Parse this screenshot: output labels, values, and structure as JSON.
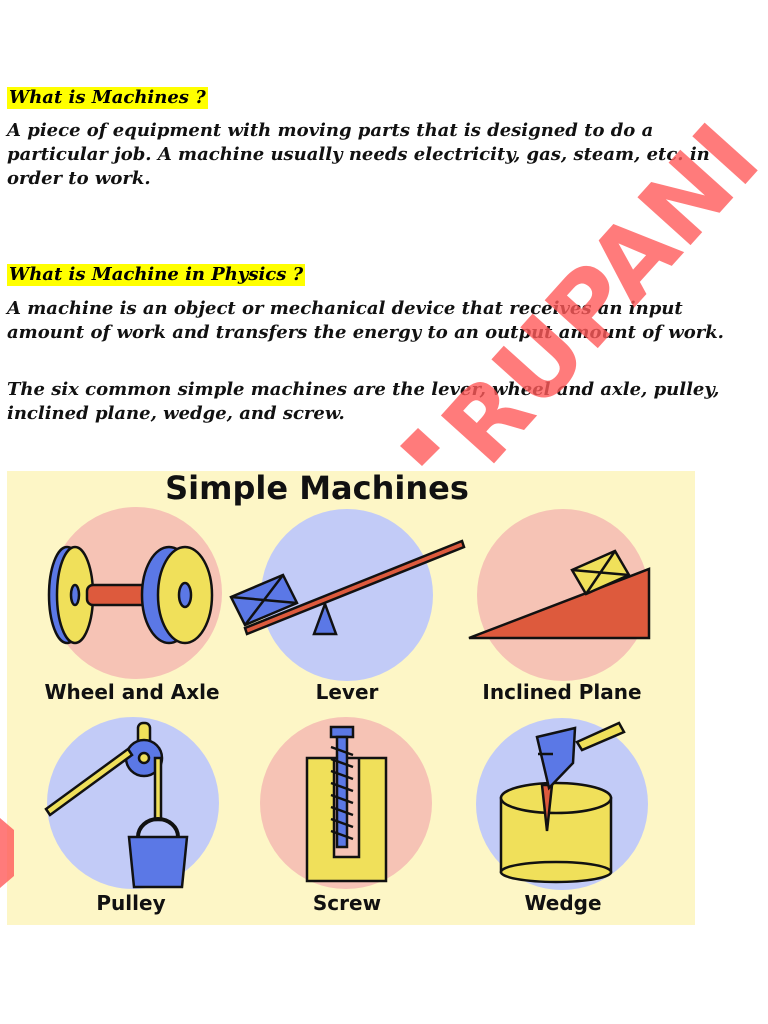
{
  "section1": {
    "heading": "What is Machines ?",
    "body": "A piece of equipment with moving parts that is designed to do a particular job. A machine usually needs electricity, gas, steam, etc. in order to work."
  },
  "section2": {
    "heading": "What is Machine in Physics ?",
    "body1": "A machine is an object or mechanical device that receives an input amount of work and transfers the energy to an output amount of work.",
    "body2": "The six common simple machines are the lever, wheel and axle, pulley, inclined plane, wedge, and screw."
  },
  "infographic": {
    "title": "Simple Machines",
    "machines": [
      {
        "label": "Wheel and Axle",
        "icon": "wheel-and-axle-icon"
      },
      {
        "label": "Lever",
        "icon": "lever-icon"
      },
      {
        "label": "Inclined Plane",
        "icon": "inclined-plane-icon"
      },
      {
        "label": "Pulley",
        "icon": "pulley-icon"
      },
      {
        "label": "Screw",
        "icon": "screw-icon"
      },
      {
        "label": "Wedge",
        "icon": "wedge-icon"
      }
    ],
    "colors": {
      "background": "#fdf6c6",
      "circle_pink": "#f6c3b5",
      "circle_blue": "#c2cbf7",
      "yellow": "#f0e05a",
      "blue": "#5b78e6",
      "red": "#dd5a3d"
    }
  },
  "watermark": {
    "text": "RUPANI",
    "color": "#ff5a5a"
  }
}
